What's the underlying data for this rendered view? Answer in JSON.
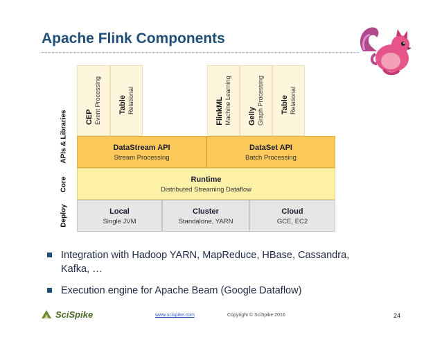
{
  "slide": {
    "title": "Apache Flink Components",
    "page_number": "24"
  },
  "diagram": {
    "side_labels": {
      "apis": "APIs & Libraries",
      "core": "Core",
      "deploy": "Deploy"
    },
    "libraries_left": [
      {
        "name": "CEP",
        "desc": "Event Processing"
      },
      {
        "name": "Table",
        "desc": "Relational"
      }
    ],
    "libraries_right": [
      {
        "name": "FlinkML",
        "desc": "Machine Learning"
      },
      {
        "name": "Gelly",
        "desc": "Graph Processing"
      },
      {
        "name": "Table",
        "desc": "Relational"
      }
    ],
    "apis": [
      {
        "name": "DataStream API",
        "desc": "Stream Processing"
      },
      {
        "name": "DataSet API",
        "desc": "Batch Processing"
      }
    ],
    "core": {
      "name": "Runtime",
      "desc": "Distributed Streaming Dataflow"
    },
    "deploy": [
      {
        "name": "Local",
        "desc": "Single JVM"
      },
      {
        "name": "Cluster",
        "desc": "Standalone, YARN"
      },
      {
        "name": "Cloud",
        "desc": "GCE, EC2"
      }
    ],
    "colors": {
      "api": "#fbc85a",
      "core": "#fdf1a8",
      "deploy": "#e6e6e6",
      "library": "#fdf6dc"
    }
  },
  "bullets": [
    "Integration with Hadoop YARN, MapReduce, HBase, Cassandra, Kafka, …",
    "Execution engine for Apache Beam (Google Dataflow)"
  ],
  "footer": {
    "brand": "SciSpike",
    "link": "www.scispike.com",
    "copyright": "Copyright © SciSpike 2016"
  },
  "icons": {
    "logo": "flink-squirrel-icon",
    "brand_logo": "scispike-logo-icon"
  }
}
